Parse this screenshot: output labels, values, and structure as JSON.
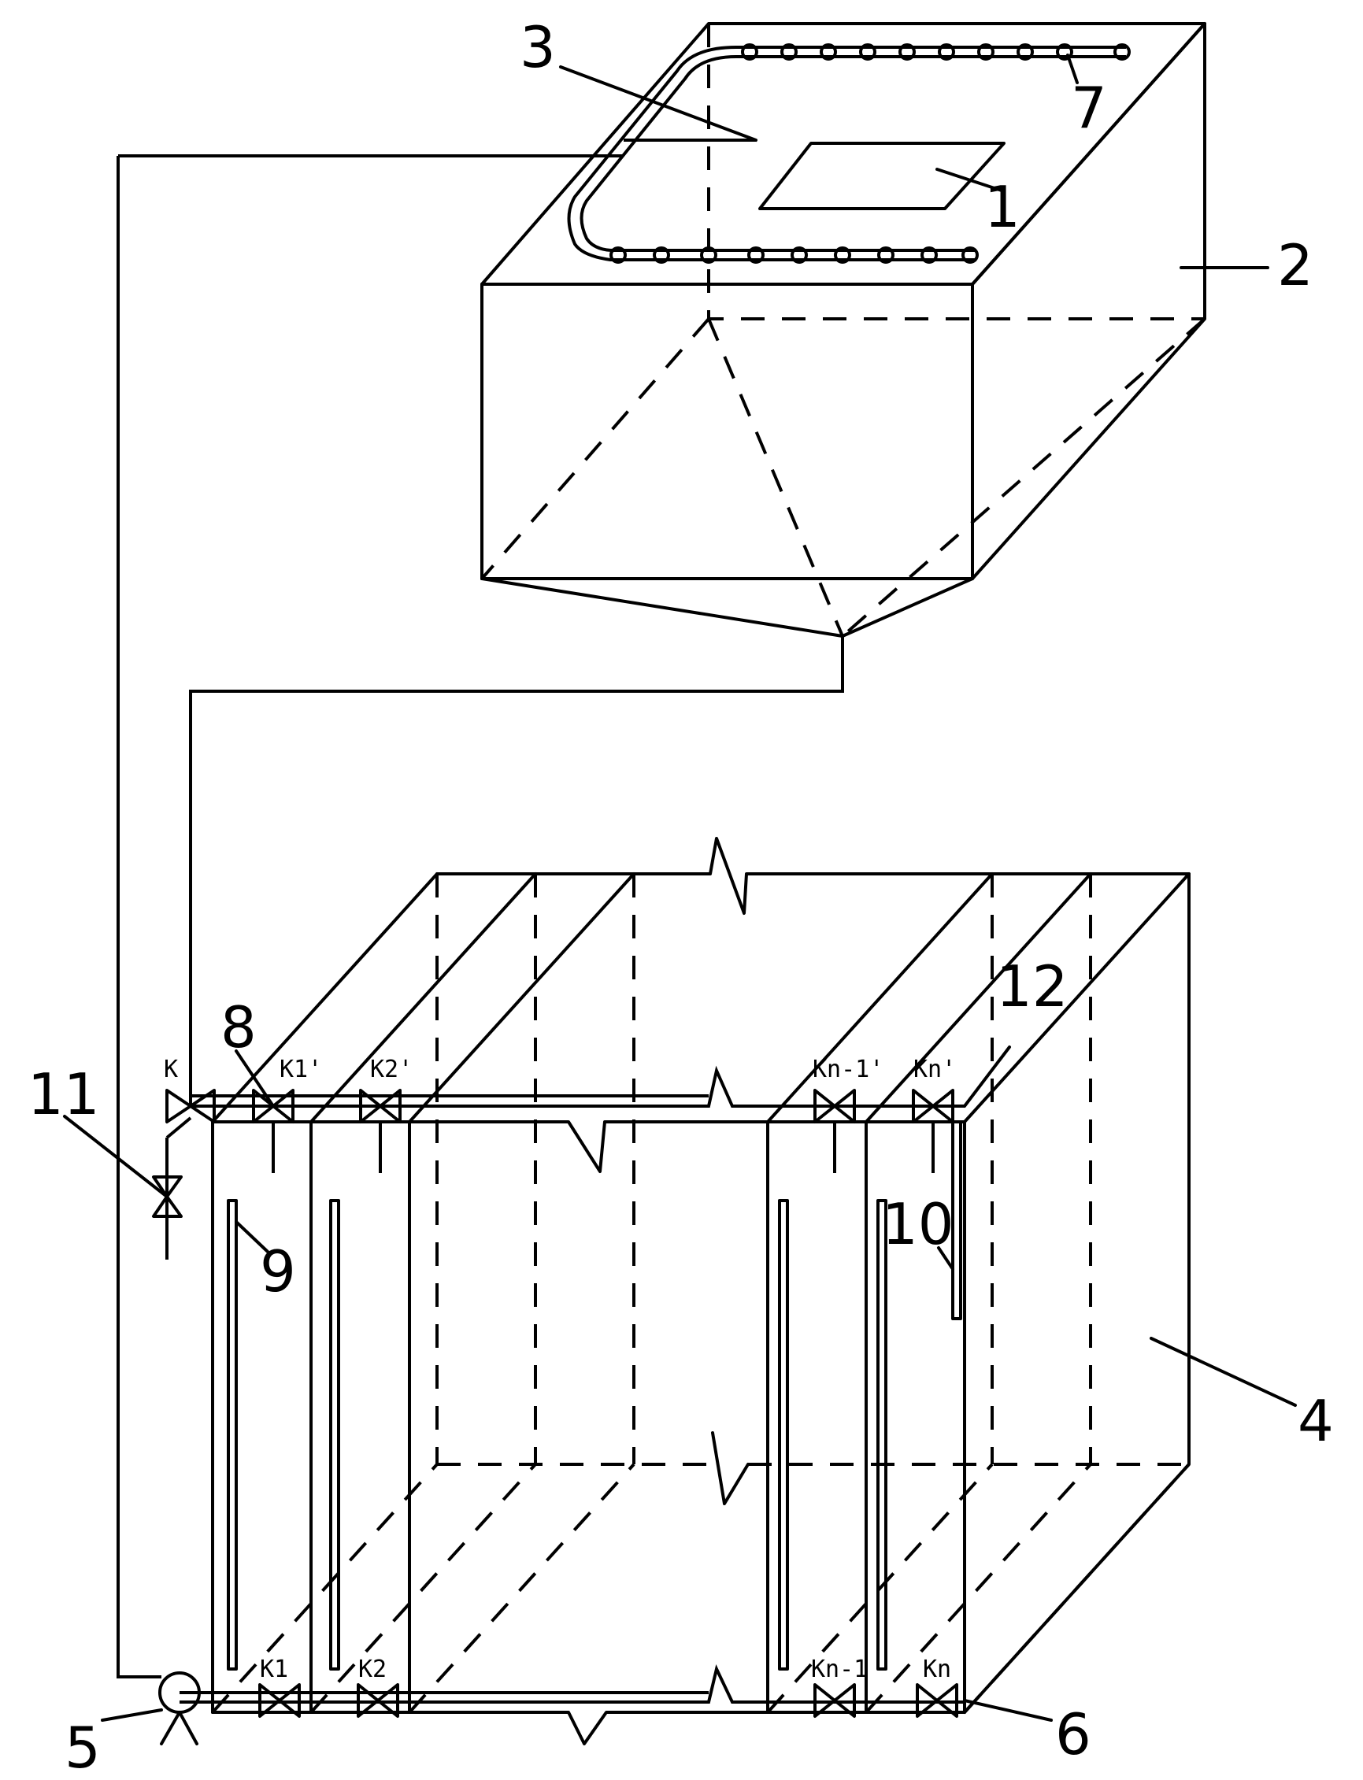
{
  "labels": {
    "n1": "1",
    "n2": "2",
    "n3": "3",
    "n4": "4",
    "n5": "5",
    "n6": "6",
    "n7": "7",
    "n8": "8",
    "n9": "9",
    "n10": "10",
    "n11": "11",
    "n12": "12"
  },
  "valves": {
    "k": "K",
    "k1_top": "K1'",
    "k2_top": "K2'",
    "kn1_top": "Kn-1'",
    "kn_top": "Kn'",
    "k1": "K1",
    "k2": "K2",
    "kn1": "Kn-1",
    "kn": "Kn"
  }
}
